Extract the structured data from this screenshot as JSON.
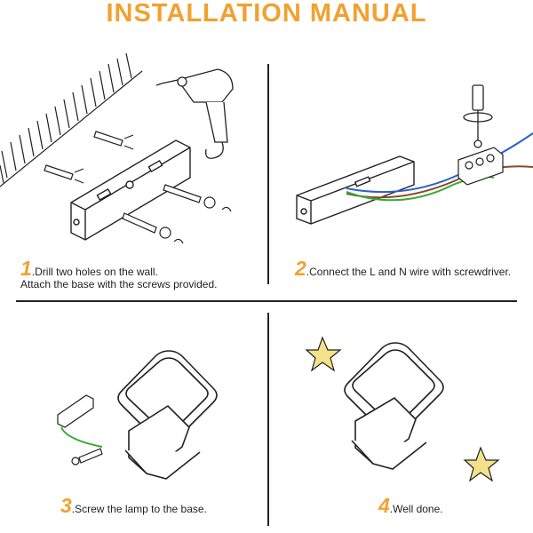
{
  "title": "INSTALLATION MANUAL",
  "steps": [
    {
      "num": "1",
      "line1": ".Drill two holes on the wall.",
      "line2": "Attach the base with the screws provided."
    },
    {
      "num": "2",
      "line1": ".Connect the L and N wire with screwdriver."
    },
    {
      "num": "3",
      "line1": ".Screw the lamp to the base."
    },
    {
      "num": "4",
      "line1": ".Well done."
    }
  ],
  "colors": {
    "accent": "#f2a12e",
    "wire_green": "#3aaa35",
    "wire_blue": "#2d5fcf",
    "wire_brown": "#8a4b2b",
    "star": "#f3e28a"
  }
}
